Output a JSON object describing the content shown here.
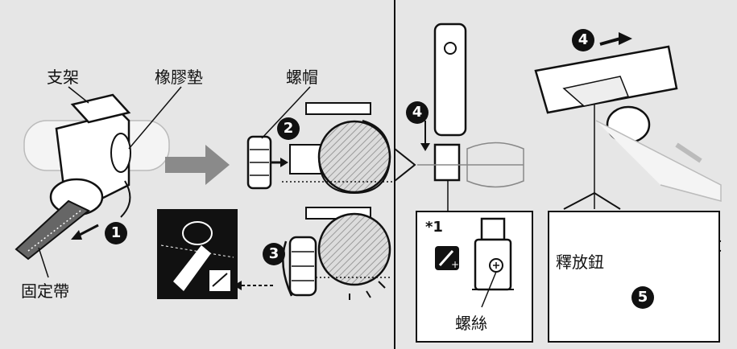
{
  "labels": {
    "bracket": "支架",
    "rubber_pad": "橡膠墊",
    "nut": "螺帽",
    "strap": "固定帶",
    "screw": "螺絲",
    "release_button": "釋放鈕",
    "note_mark": "*1"
  },
  "steps": [
    "1",
    "2",
    "3",
    "4",
    "4",
    "5"
  ],
  "colors": {
    "background": "#e6e6e6",
    "ink": "#111111",
    "arrow": "#8a8a8a",
    "hatch": "#9a9a9a"
  }
}
